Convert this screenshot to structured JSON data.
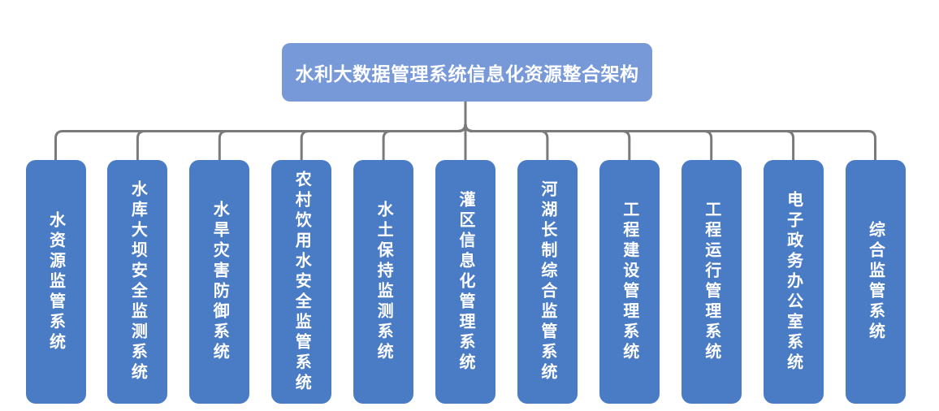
{
  "diagram": {
    "title": "水利大数据管理系统信息化资源整合架构",
    "children": [
      {
        "label": "水资源监管系统"
      },
      {
        "label": "水库大坝安全监测系统"
      },
      {
        "label": "水旱灾害防御系统"
      },
      {
        "label": "农村饮用水安全监管系统"
      },
      {
        "label": "水土保持监测系统"
      },
      {
        "label": "灌区信息化管理系统"
      },
      {
        "label": "河湖长制综合监管系统"
      },
      {
        "label": "工程建设管理系统"
      },
      {
        "label": "工程运行管理系统"
      },
      {
        "label": "电子政务办公室系统"
      },
      {
        "label": "综合监管系统"
      }
    ],
    "colors": {
      "title_fill": "#7899d8",
      "node_fill": "#4a7cc6",
      "connector": "#7a7a7a",
      "text": "#ffffff"
    }
  }
}
